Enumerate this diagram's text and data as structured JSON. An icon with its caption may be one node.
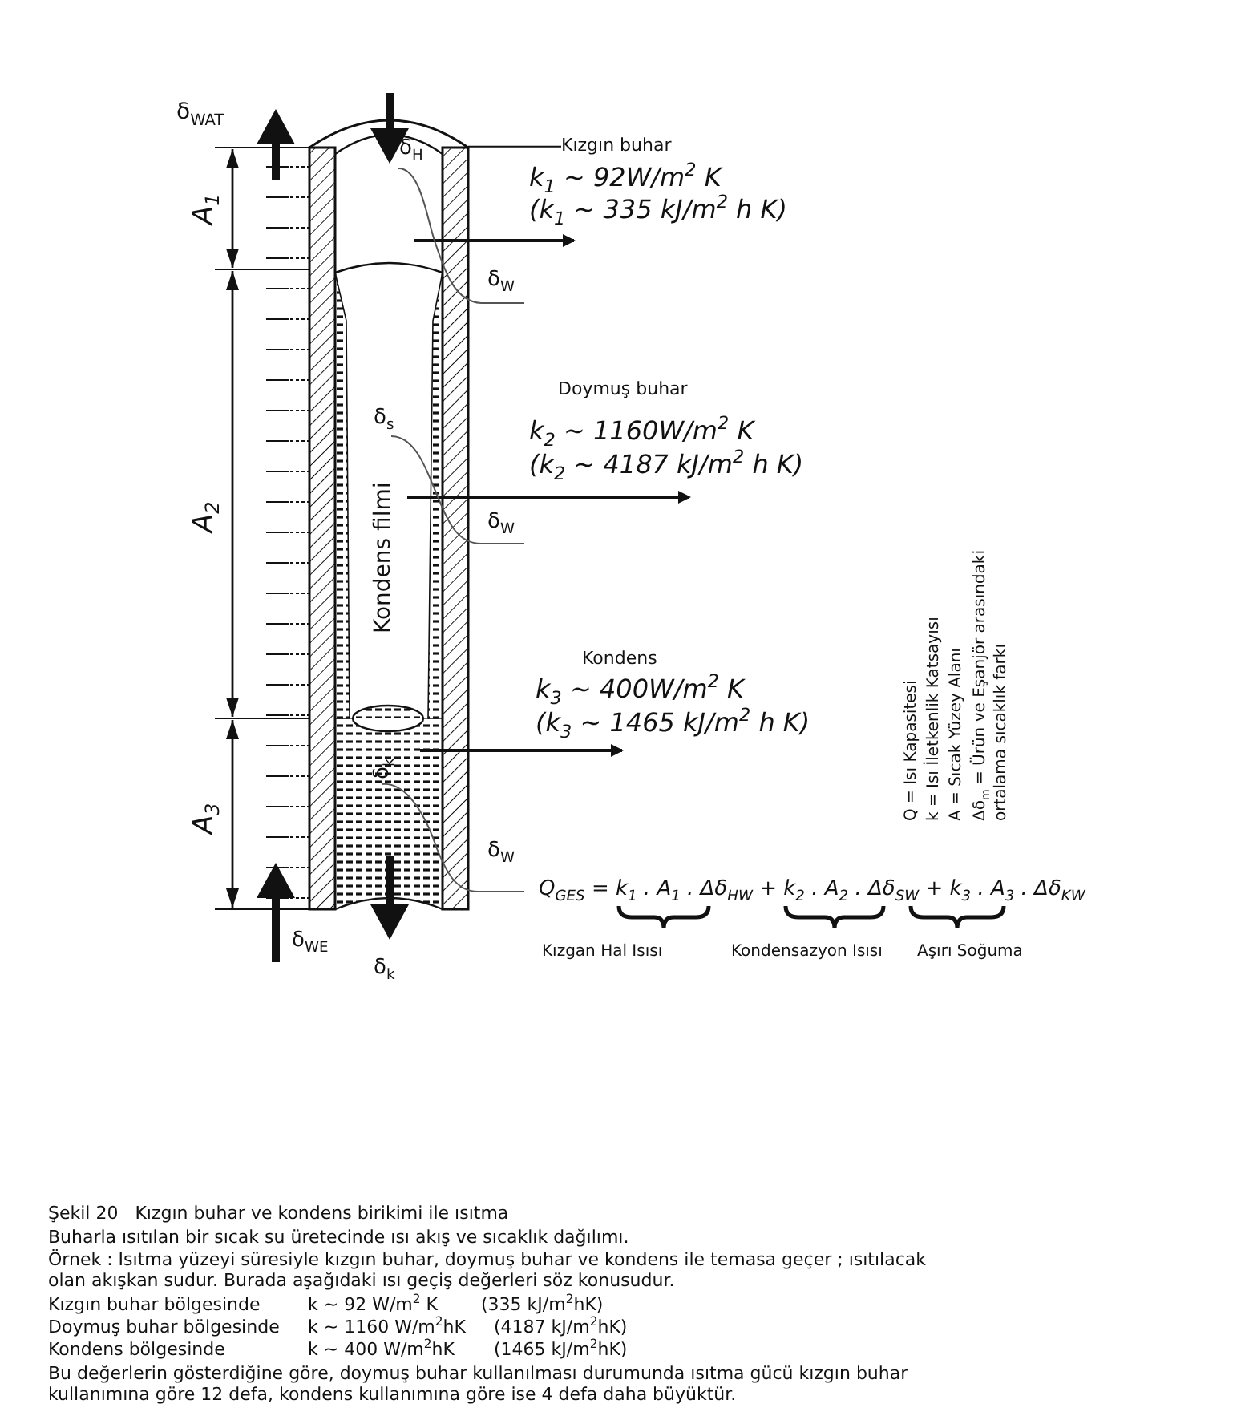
{
  "diagram": {
    "caption": "Şekil 20   Kızgın buhar ve kondens birikimi ile ısıtma",
    "nodes": [
      {
        "text": [
          "Kızgın buhar"
        ]
      },
      {
        "text": [],
        "shape": "picture"
      }
    ],
    "edges": [
      {
        "from": 0,
        "to": 1,
        "arrow": "none"
      }
    ],
    "labels": [
      "δ$_{WAT}$",
      "δ$_{H}$",
      "A$_{1}$",
      "k$_{1}$ ~  92W/m$^{2}$ K",
      "(k$_{1}$ ~  335 kJ/m$^{2}$ h K)",
      "δ$_{W}$",
      "Doymuş buhar",
      "δ$_{s}$",
      "k$_{2}$ ~  1160W/m$^{2}$ K",
      "(k$_{2}$ ~  4187 kJ/m$^{2}$ h K)",
      "A$_{2}$",
      "δ$_{W}$",
      "Kondens filmi",
      "Kondens",
      "k$_{3}$ ~  400W/m$^{2}$ K",
      "(k$_{3}$ ~  1465 kJ/m$^{2}$ h K)",
      "δ$_{k}$",
      "A$_{3}$",
      "δ$_{W}$",
      "Q$_{GES}$ = k$_{1}$ . A$_{1}$ . Δδ$_{HW}$ + k$_{2}$ . A$_{2}$ . Δδ$_{SW}$ + k$_{3}$ . A$_{3}$ . Δδ$_{KW}$",
      "Kızgan Hal Isısı",
      "Kondensazyon Isısı",
      "Aşırı Soğuma",
      "δ$_{WE}$",
      "δ$_{k}$",
      "Q   = Isı Kapasitesi",
      "k   = Isı İletkenlik Katsayısı",
      "A   = Sıcak Yüzey Alanı",
      "Δδ$_{m}$ = Ürün ve Eşanjör arasındaki ortalama sıcaklık farkı",
      "Buharla ısıtılan bir sıcak su üretecinde ısı akış ve sıcaklık dağılımı.",
      "Örnek : Isıtma yüzeyi süresiyle kızgın buhar, doymuş buhar ve kondens ile temasa geçer ; ısıtılacak olan akışkan sudur. Burada aşağıdaki ısı geçiş değerleri söz konusudur.",
      "Kızgın buhar bölgesinde",
      "k ~ 92 W/m$^{2}$ K",
      "(335 kJ/m$^{2}$hK)",
      "Doymuş buhar bölgesinde",
      "k ~ 1160 W/m$^{2}$hK",
      "(4187 kJ/m$^{2}$hK)",
      "Kondens bölgesinde",
      "k ~ 400 W/m$^{2}$hK",
      "(1465 kJ/m$^{2}$hK)",
      "Bu değerlerin gösterdiğine göre, doymuş buhar kullanılması durumunda ısıtma gücü kızgın buhar kullanımına göre 12 defa, kondens kullanımına göre ise 4 defa daha büyüktür."
    ]
  }
}
